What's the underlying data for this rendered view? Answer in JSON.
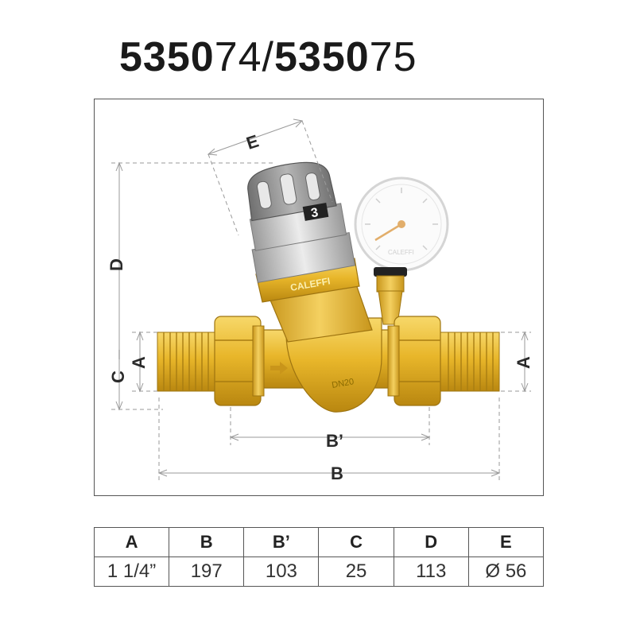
{
  "title": {
    "part1_bold": "5350",
    "part1_light": "74",
    "separator": "/",
    "part2_bold": "5350",
    "part2_light": "75"
  },
  "drawing": {
    "dimension_labels": {
      "E": "E",
      "D": "D",
      "C": "C",
      "A_left": "A",
      "A_right": "A",
      "B_prime": "B’",
      "B": "B"
    },
    "knob_setting": "3",
    "body_brand": "CALEFFI",
    "body_marking": "DN20",
    "gauge_brand": "CALEFFI",
    "colors": {
      "brass": "#e8b62a",
      "brass_dark": "#b98710",
      "brass_light": "#f7d86a",
      "knob_grey": "#8d8d8d",
      "knob_light": "#d9d9d9",
      "dimension_line": "#9a9a9a",
      "gauge_needle": "#d9943a"
    }
  },
  "table": {
    "headers": [
      "A",
      "B",
      "B’",
      "C",
      "D",
      "E"
    ],
    "values": [
      "1 1/4”",
      "197",
      "103",
      "25",
      "113",
      "Ø 56"
    ]
  }
}
